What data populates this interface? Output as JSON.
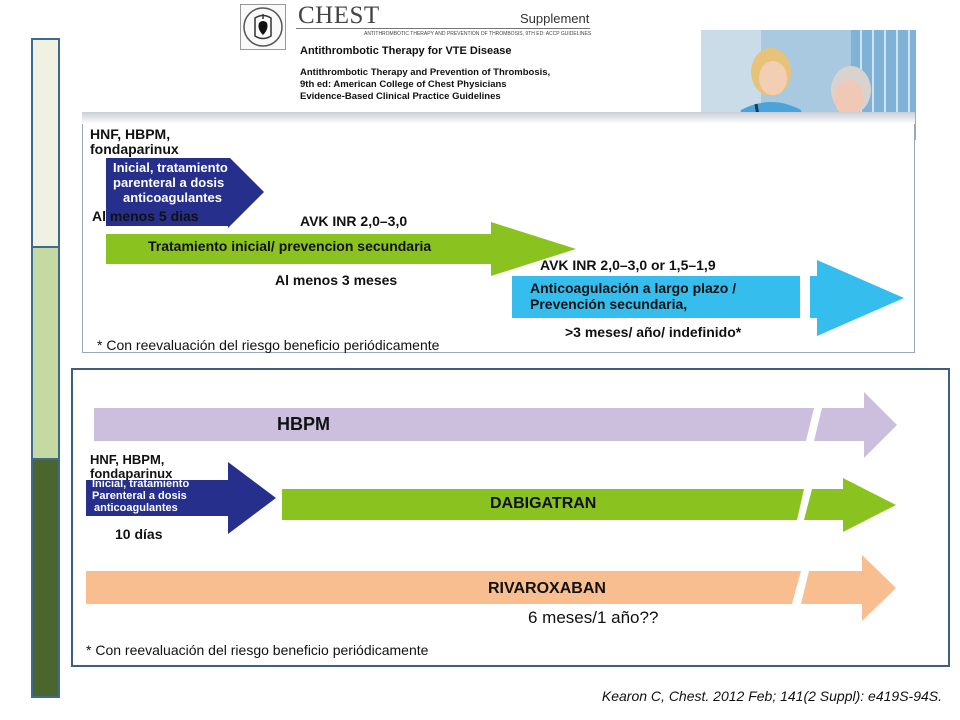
{
  "header": {
    "brand": "CHEST",
    "supplement": "Supplement",
    "tagline": "ANTITHROMBOTIC THERAPY AND PREVENTION OF THROMBOSIS, 9TH ED: ACCP GUIDELINES",
    "title": "Antithrombotic Therapy for VTE Disease",
    "lines": [
      "Antithrombotic Therapy and Prevention of Thrombosis,",
      "9th ed: American College of Chest Physicians",
      "Evidence-Based Clinical Practice Guidelines"
    ]
  },
  "top_panel": {
    "initial_drugs": [
      "HNF, HBPM,",
      "fondaparinux"
    ],
    "initial_arrow": [
      "Inicial, tratamiento",
      "parenteral a dosis",
      "anticoagulantes"
    ],
    "initial_duration": "Al menos 5 dias",
    "avk_label": "AVK  INR 2,0–3,0",
    "green_arrow": "Tratamiento inicial/ prevencion secundaria",
    "green_duration": "Al menos 3 meses",
    "avk_long_label": "AVK INR 2,0–3,0 or 1,5–1,9",
    "blue_arrow": [
      "Anticoagulación a largo plazo /",
      "Prevención secundaria,"
    ],
    "blue_duration": ">3 meses/ año/ indefinido*",
    "footnote": "* Con reevaluación del riesgo beneficio periódicamente"
  },
  "bottom_panel": {
    "hbpm": "HBPM",
    "initial_drugs": [
      "HNF, HBPM,",
      "fondaparinux"
    ],
    "initial_arrow": [
      "Inicial, tratamiento",
      "Parenteral a dosis",
      "anticoagulantes"
    ],
    "initial_duration": "10 días",
    "dabigatran": "DABIGATRAN",
    "rivaroxaban": "RIVAROXABAN",
    "duration": "6 meses/1 año??",
    "footnote": "* Con reevaluación del riesgo beneficio periódicamente"
  },
  "citation": "Kearon C, Chest. 2012 Feb; 141(2 Suppl): e419S-94S.",
  "colors": {
    "sidebar_border": "#3f6a8f",
    "navy_arrow": "#272f8c",
    "green_arrow": "#8ac21f",
    "blue_arrow": "#35bdee",
    "lavender_arrow": "#cbbfdd",
    "orange_arrow": "#f9be8f",
    "dark_green": "#4b652e"
  }
}
